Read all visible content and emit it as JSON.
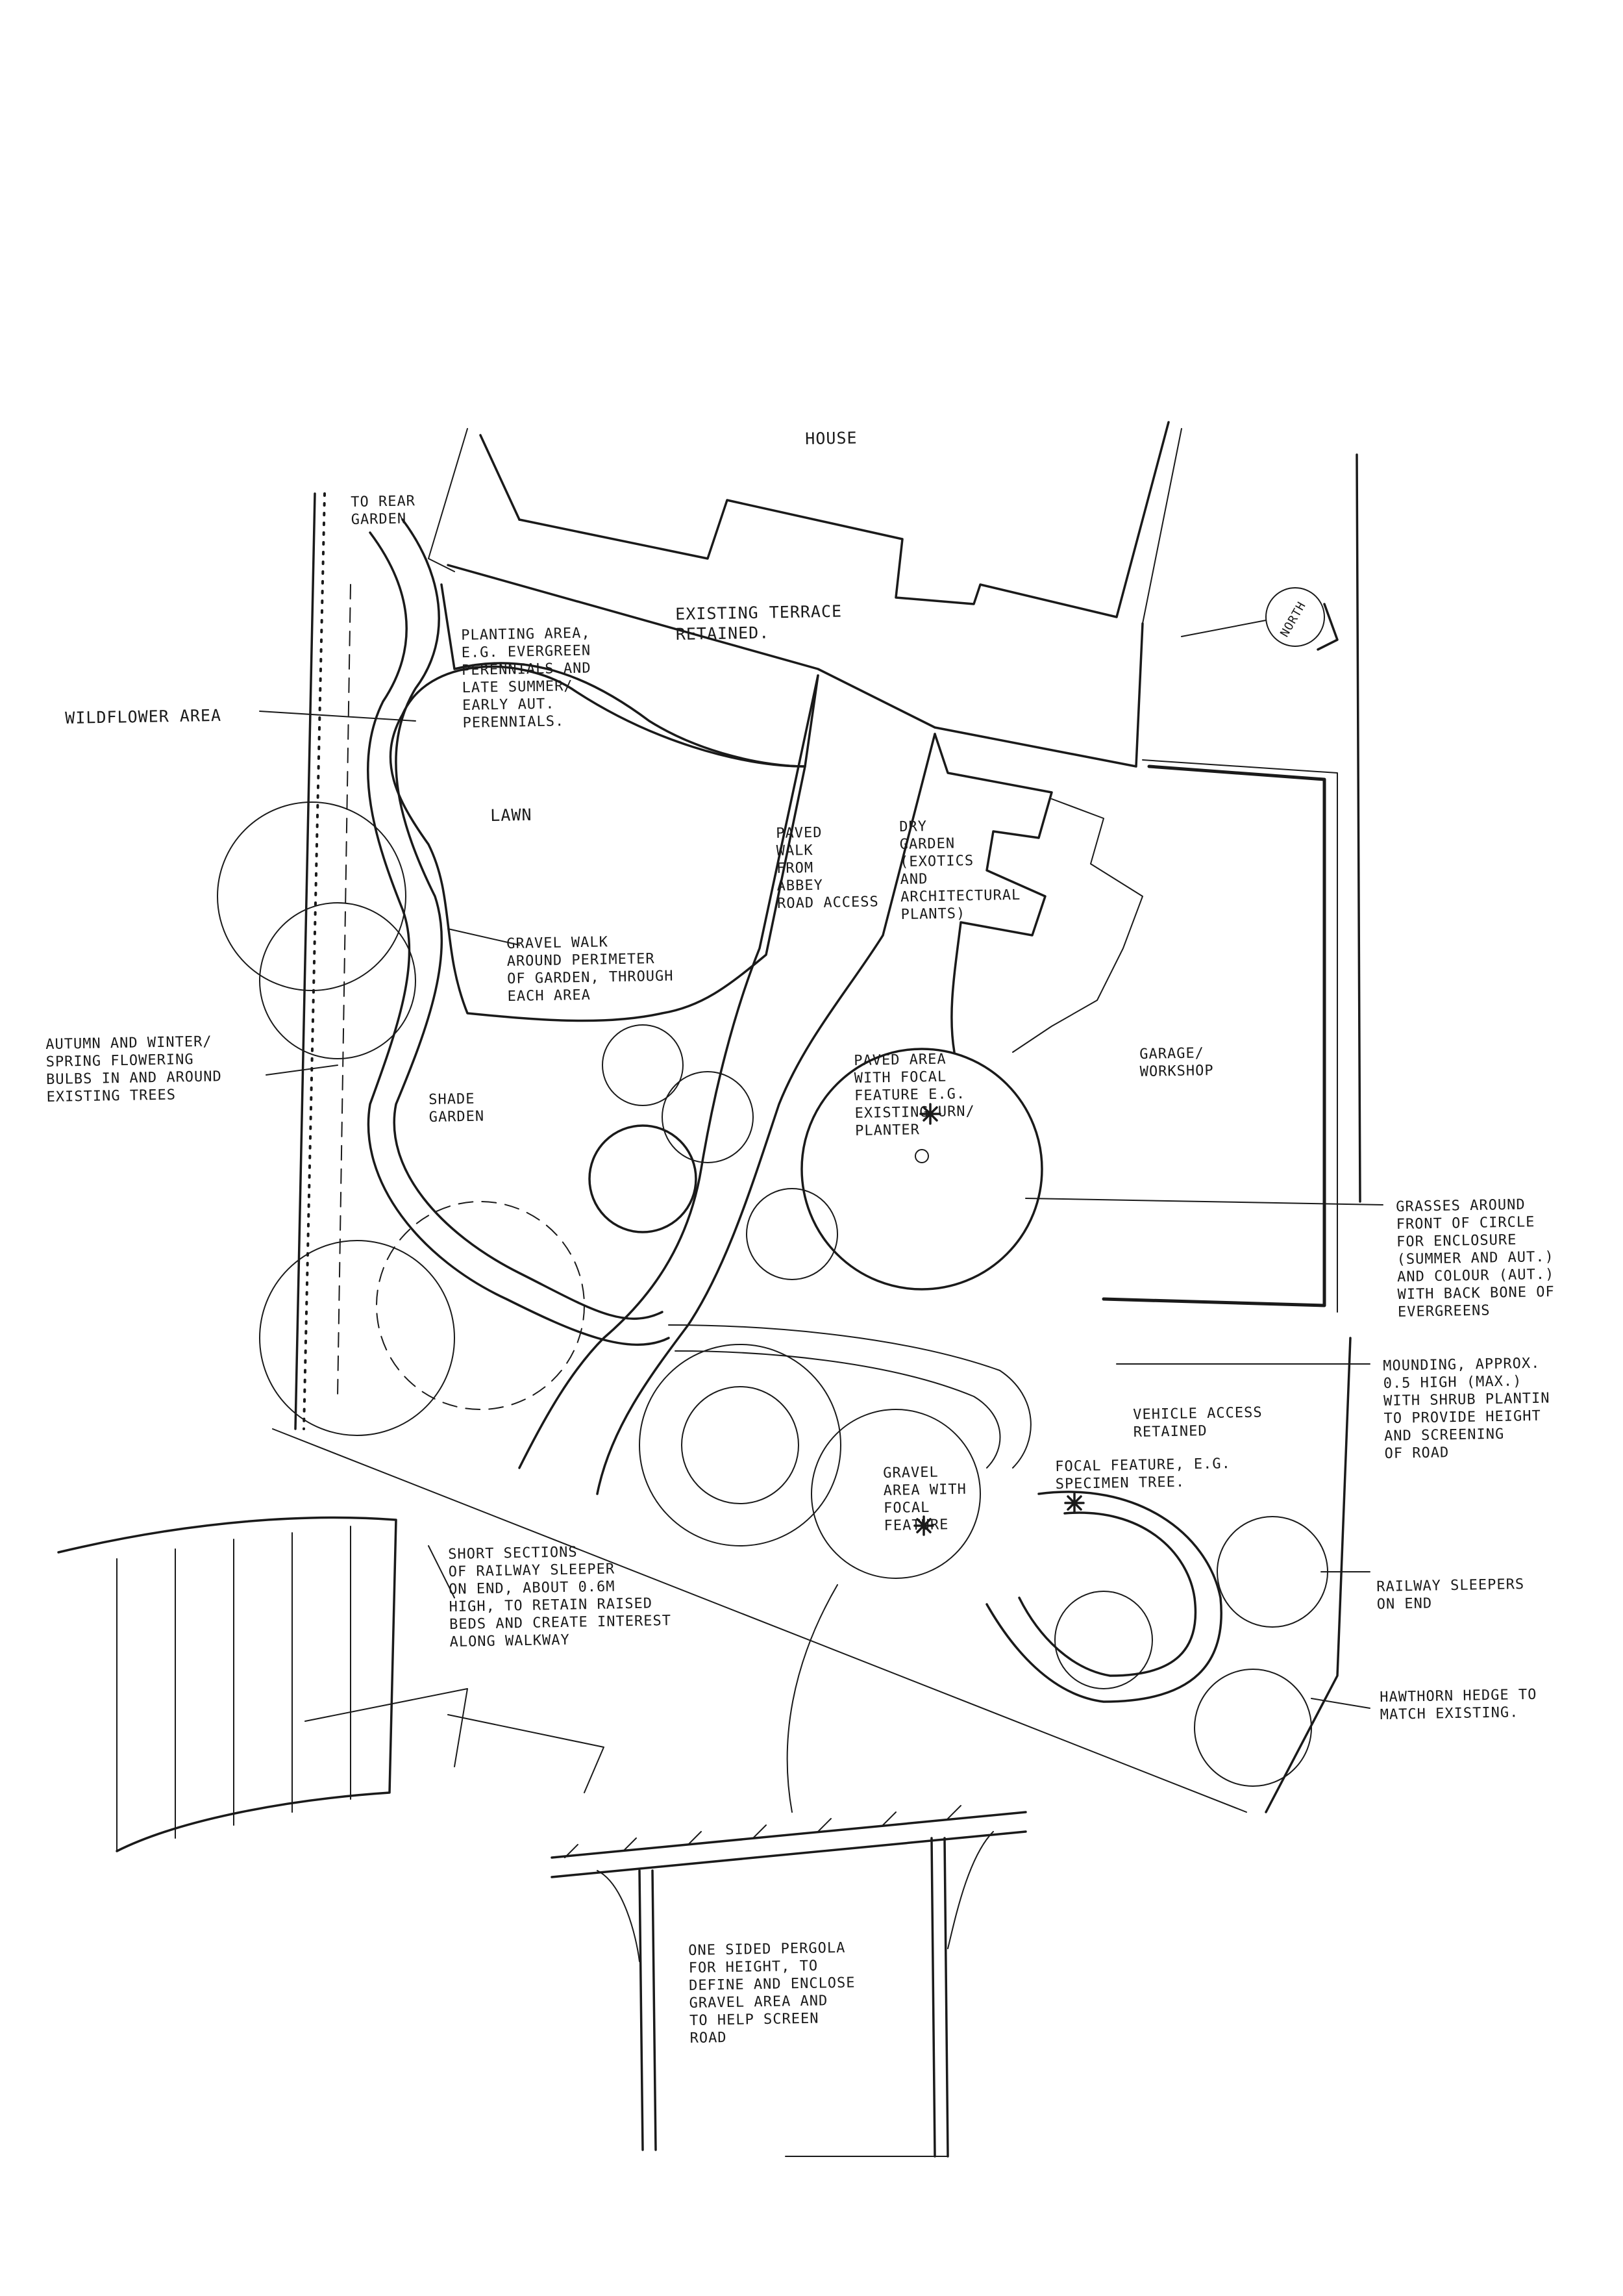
{
  "labels": {
    "house": "HOUSE",
    "to_rear_garden": "TO REAR\nGARDEN",
    "existing_terrace": "EXISTING TERRACE\nRETAINED.",
    "planting_area": "PLANTING AREA,\nE.G. EVERGREEN\nPERENNIALS AND\nLATE SUMMER/\nEARLY AUT.\nPERENNIALS.",
    "wildflower_area": "WILDFLOWER AREA",
    "lawn": "LAWN",
    "paved_walk": "PAVED\nWALK\nFROM\nABBEY\nROAD ACCESS",
    "dry_garden": "DRY\nGARDEN\n(EXOTICS\nAND\nARCHITECTURAL\nPLANTS)",
    "gravel_walk": "GRAVEL WALK\nAROUND PERIMETER\nOF GARDEN, THROUGH\nEACH AREA",
    "autumn_bulbs": "AUTUMN AND WINTER/\nSPRING FLOWERING\nBULBS IN AND AROUND\nEXISTING TREES",
    "shade_garden": "SHADE\nGARDEN",
    "paved_area": "PAVED AREA\nWITH FOCAL\nFEATURE E.G.\nEXISTING URN/\nPLANTER",
    "garage": "GARAGE/\nWORKSHOP",
    "grasses": "GRASSES AROUND\nFRONT OF CIRCLE\nFOR ENCLOSURE\n(SUMMER AND AUT.)\nAND COLOUR (AUT.)\nWITH BACK BONE OF\nEVERGREENS",
    "mounding": "MOUNDING, APPROX.\n0.5 HIGH (MAX.)\nWITH SHRUB PLANTIN\nTO PROVIDE HEIGHT\nAND SCREENING\nOF ROAD",
    "vehicle_access": "VEHICLE ACCESS\nRETAINED",
    "gravel_area": "GRAVEL\nAREA WITH\nFOCAL\nFEATURE",
    "focal_feature_tree": "FOCAL FEATURE, E.G.\nSPECIMEN TREE.",
    "railway_sleepers_short": "SHORT SECTIONS\nOF RAILWAY SLEEPER\nON END, ABOUT 0.6M\nHIGH, TO RETAIN RAISED\nBEDS AND CREATE INTEREST\nALONG WALKWAY",
    "railway_sleepers_end": "RAILWAY SLEEPERS\nON END",
    "hawthorn": "HAWTHORN HEDGE TO\nMATCH EXISTING.",
    "pergola": "ONE SIDED PERGOLA\nFOR HEIGHT, TO\nDEFINE AND ENCLOSE\nGRAVEL AREA AND\nTO HELP SCREEN\nROAD",
    "north": "NORTH"
  },
  "colors": {
    "ink": "#1a1a1a",
    "paper": "#ffffff"
  }
}
